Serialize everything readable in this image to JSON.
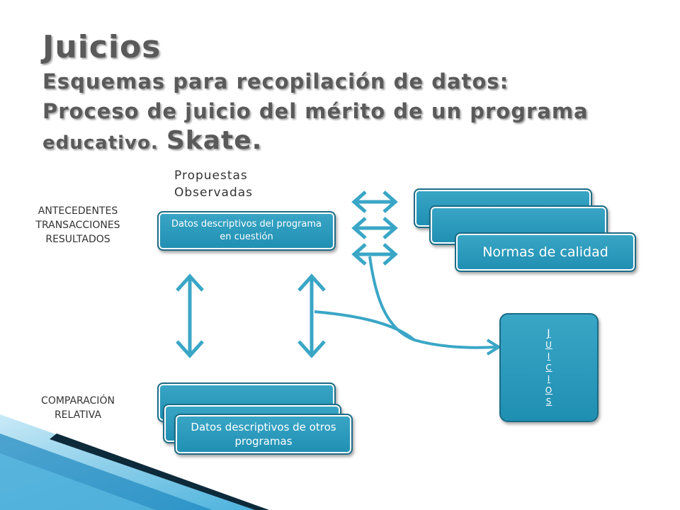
{
  "title": {
    "line1": "Juicios",
    "line2": "Esquemas para recopilación de datos:",
    "line3": "Proceso de juicio del mérito de un programa",
    "line4_prefix": "educativo.",
    "line4_name": "Skate."
  },
  "labels": {
    "propuestas": "Propuestas\nObservadas",
    "antecedentes": "ANTECEDENTES\nTRANSACCIONES\nRESULTADOS",
    "comparacion": "COMPARACIÓN\nRELATIVA"
  },
  "boxes": {
    "datos_programa": "Datos descriptivos del programa en cuestión",
    "normas": "Normas de calidad",
    "datos_otros": "Datos descriptivos de otros programas"
  },
  "juicios_letters": [
    "J",
    "U",
    "I",
    "C",
    "I",
    "O",
    "S"
  ],
  "colors": {
    "box_fill": "#2b9ec0",
    "box_border": "#1b6c86",
    "arrow": "#3aa6c6",
    "title": "#5a5a5a",
    "corner_dark": "#0d2a3a",
    "corner_light": "#29a3d6"
  }
}
